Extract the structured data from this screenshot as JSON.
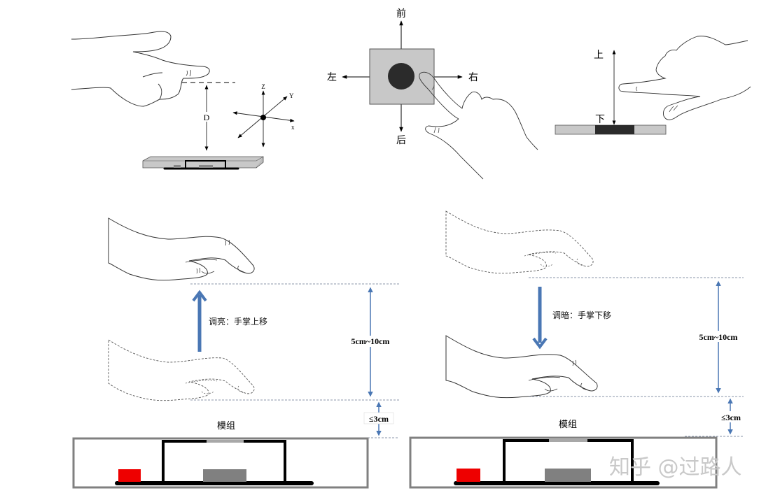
{
  "panel_top_left": {
    "distance_label": "D",
    "axes": {
      "x": "x",
      "y": "Y",
      "z": "Z"
    }
  },
  "panel_top_center": {
    "directions": {
      "front": "前",
      "back": "后",
      "left": "左",
      "right": "右"
    }
  },
  "panel_top_right": {
    "directions": {
      "up": "上",
      "down": "下"
    }
  },
  "panel_brighten": {
    "caption": "调亮：手掌上移",
    "range_label": "5cm~10cm",
    "min_label": "≤3cm",
    "module_label": "模组"
  },
  "panel_dim": {
    "caption": "调暗：手掌下移",
    "range_label": "5cm~10cm",
    "min_label": "≤3cm",
    "module_label": "模组"
  },
  "colors": {
    "arrow_blue": "#4a77b4",
    "led_red": "#ee0000",
    "sensor_gray": "#808080",
    "case_gray": "#808080",
    "pad_gray": "#c8c8c8",
    "touch_dark": "#2b2b2b"
  },
  "watermark": "知乎 @过路人"
}
